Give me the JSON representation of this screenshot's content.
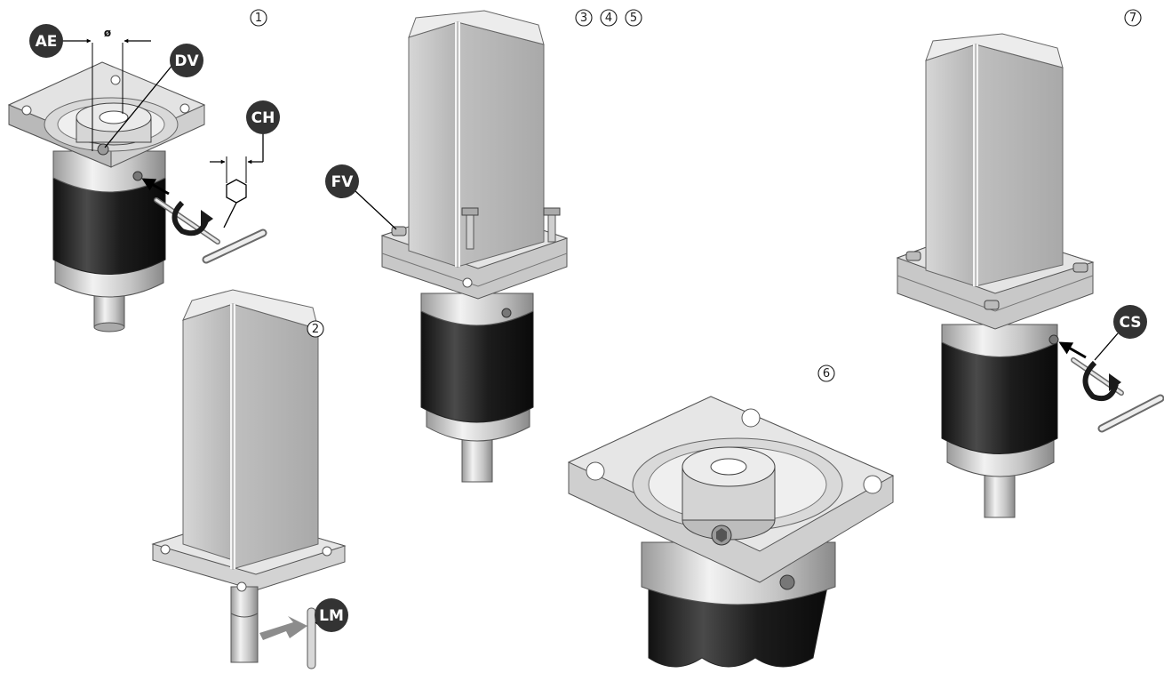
{
  "steps": {
    "s1": "1",
    "s2": "2",
    "s3": "3",
    "s4": "4",
    "s5": "5",
    "s6": "6",
    "s7": "7"
  },
  "callouts": {
    "ae": "AE",
    "dv": "DV",
    "ch": "CH",
    "fv": "FV",
    "lm": "LM",
    "cs": "CS"
  },
  "dimension_symbol": "ø",
  "colors": {
    "callout_bg": "#333333",
    "metal": "#c9c9c9",
    "metal_dark": "#8e8e8e",
    "body_black": "#1e1e1e",
    "motor_grey": "#bdbdbd",
    "arrow_grey": "#8c8c8c"
  }
}
